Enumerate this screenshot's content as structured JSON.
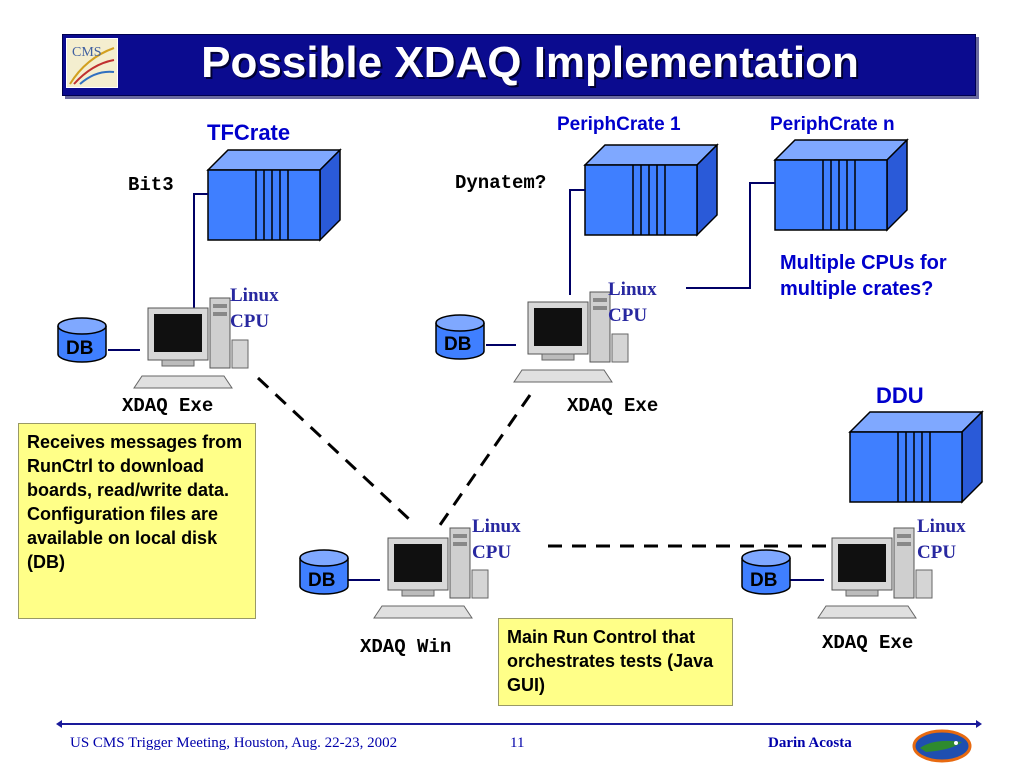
{
  "slide": {
    "title": "Possible XDAQ Implementation"
  },
  "crates": {
    "tfcrate": "TFCrate",
    "periph1": "PeriphCrate 1",
    "periphn": "PeriphCrate n",
    "ddu": "DDU"
  },
  "interfaces": {
    "bit3": "Bit3",
    "dynatem": "Dynatem?"
  },
  "computers": {
    "linux_label_1": "Linux",
    "cpu_label_1": "CPU",
    "linux_label_2": "Linux",
    "cpu_label_2": "CPU",
    "linux_label_3": "Linux",
    "cpu_label_3": "CPU",
    "linux_label_4": "Linux",
    "cpu_label_4": "CPU",
    "exe_1": "XDAQ Exe",
    "exe_2": "XDAQ Exe",
    "win": "XDAQ Win",
    "exe_3": "XDAQ Exe"
  },
  "databases": {
    "db_1": "DB",
    "db_2": "DB",
    "db_3": "DB",
    "db_4": "DB"
  },
  "notes": {
    "receives": "Receives messages from RunCtrl to download boards, read/write data. Configuration files are available on local disk (DB)",
    "main_run": "Main Run Control that orchestrates tests (Java GUI)",
    "multiple_cpus": "Multiple CPUs for multiple crates?"
  },
  "footer": {
    "meeting": "US CMS Trigger Meeting, Houston, Aug. 22-23, 2002",
    "page": "11",
    "author": "Darin Acosta"
  },
  "colors": {
    "title_bg": "#0b0b8f",
    "crate_fill": "#3f7fff",
    "label_blue": "#0000cc",
    "note_bg": "#ffff88"
  }
}
